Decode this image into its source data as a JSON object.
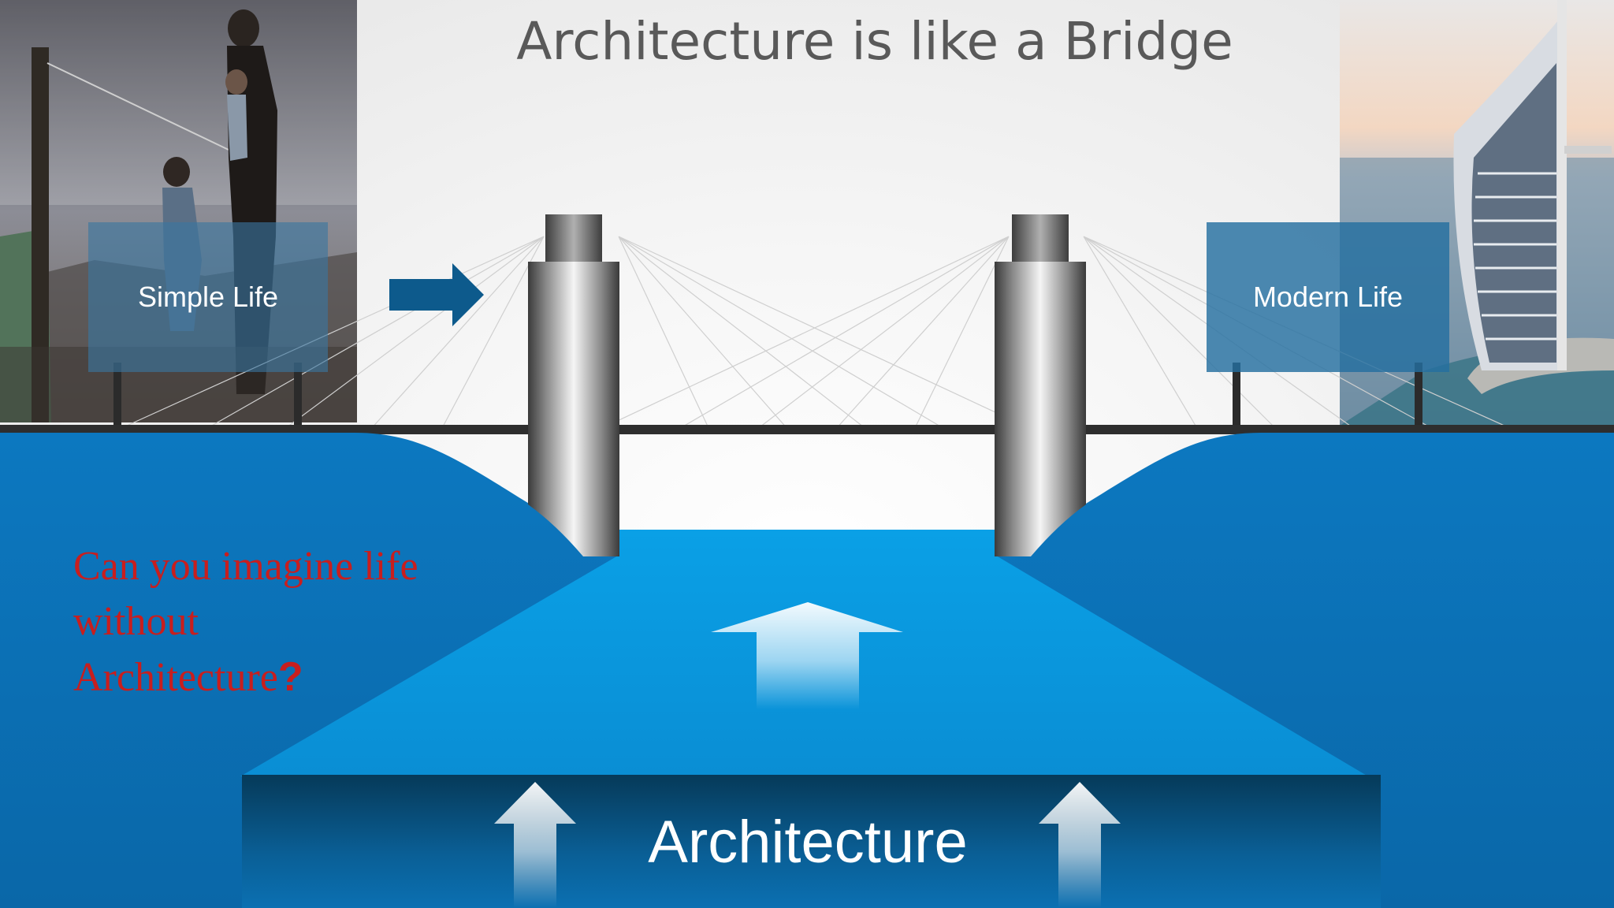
{
  "title": "Architecture is like a Bridge",
  "sign_left": {
    "label": "Simple Life"
  },
  "sign_right": {
    "label": "Modern Life"
  },
  "question": {
    "line1": "Can you imagine life",
    "line2": "without",
    "line3": "Architecture",
    "mark": "?"
  },
  "base": {
    "label": "Architecture"
  },
  "photos": {
    "left": "family-fishing-photo",
    "right": "burj-al-arab-photo"
  },
  "colors": {
    "land": "#0b71b6",
    "water": "#0a97dc",
    "base_top": "#063c5c",
    "base_bottom": "#0b6fb0",
    "sign_left": "#3a76a0",
    "sign_right": "#246fa0",
    "question_text": "#c81e1e",
    "title_text": "#595959",
    "deck": "#2e2e2e",
    "direction_arrow": "#0d5a8c"
  },
  "icons": {
    "direction": "right-arrow-icon",
    "upward": "up-arrow-icon"
  }
}
